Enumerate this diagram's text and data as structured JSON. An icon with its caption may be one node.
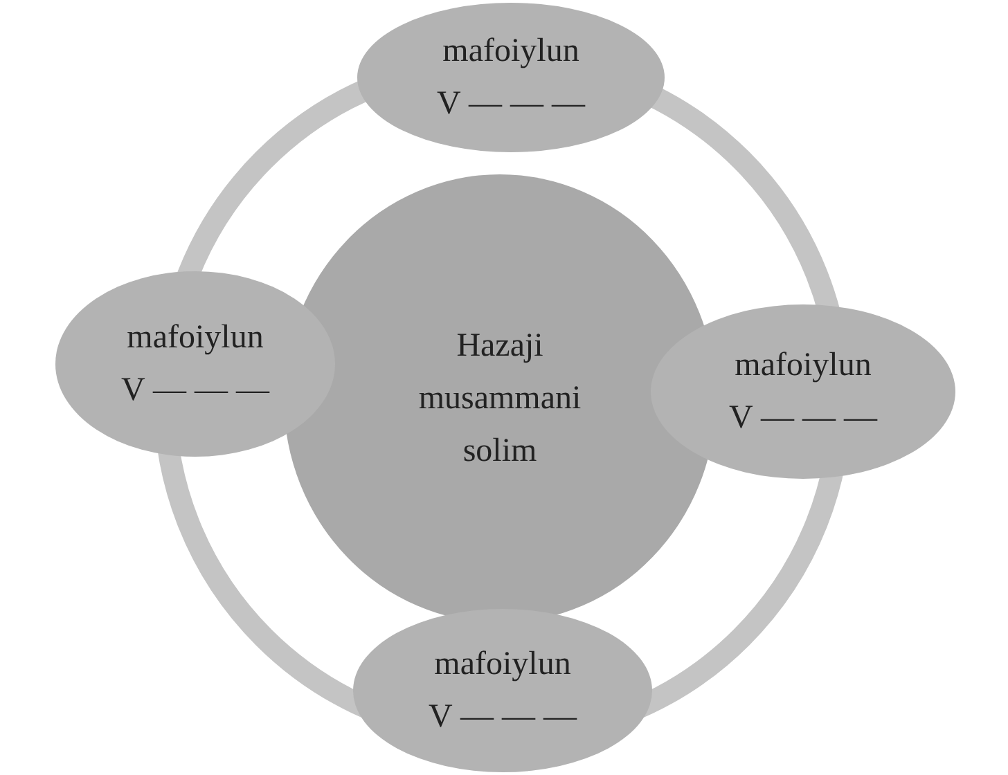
{
  "diagram": {
    "nodes": [
      {
        "text": [
          "Hazaji musammani solim"
        ]
      },
      {
        "text": [
          "mafoiylun",
          "V — — —"
        ]
      },
      {
        "text": [
          "mafoiylun",
          "V — — —"
        ]
      },
      {
        "text": [
          "mafoiylun",
          "V — — —"
        ]
      },
      {
        "text": [
          "mafoiylun",
          "V — — —"
        ]
      }
    ]
  }
}
